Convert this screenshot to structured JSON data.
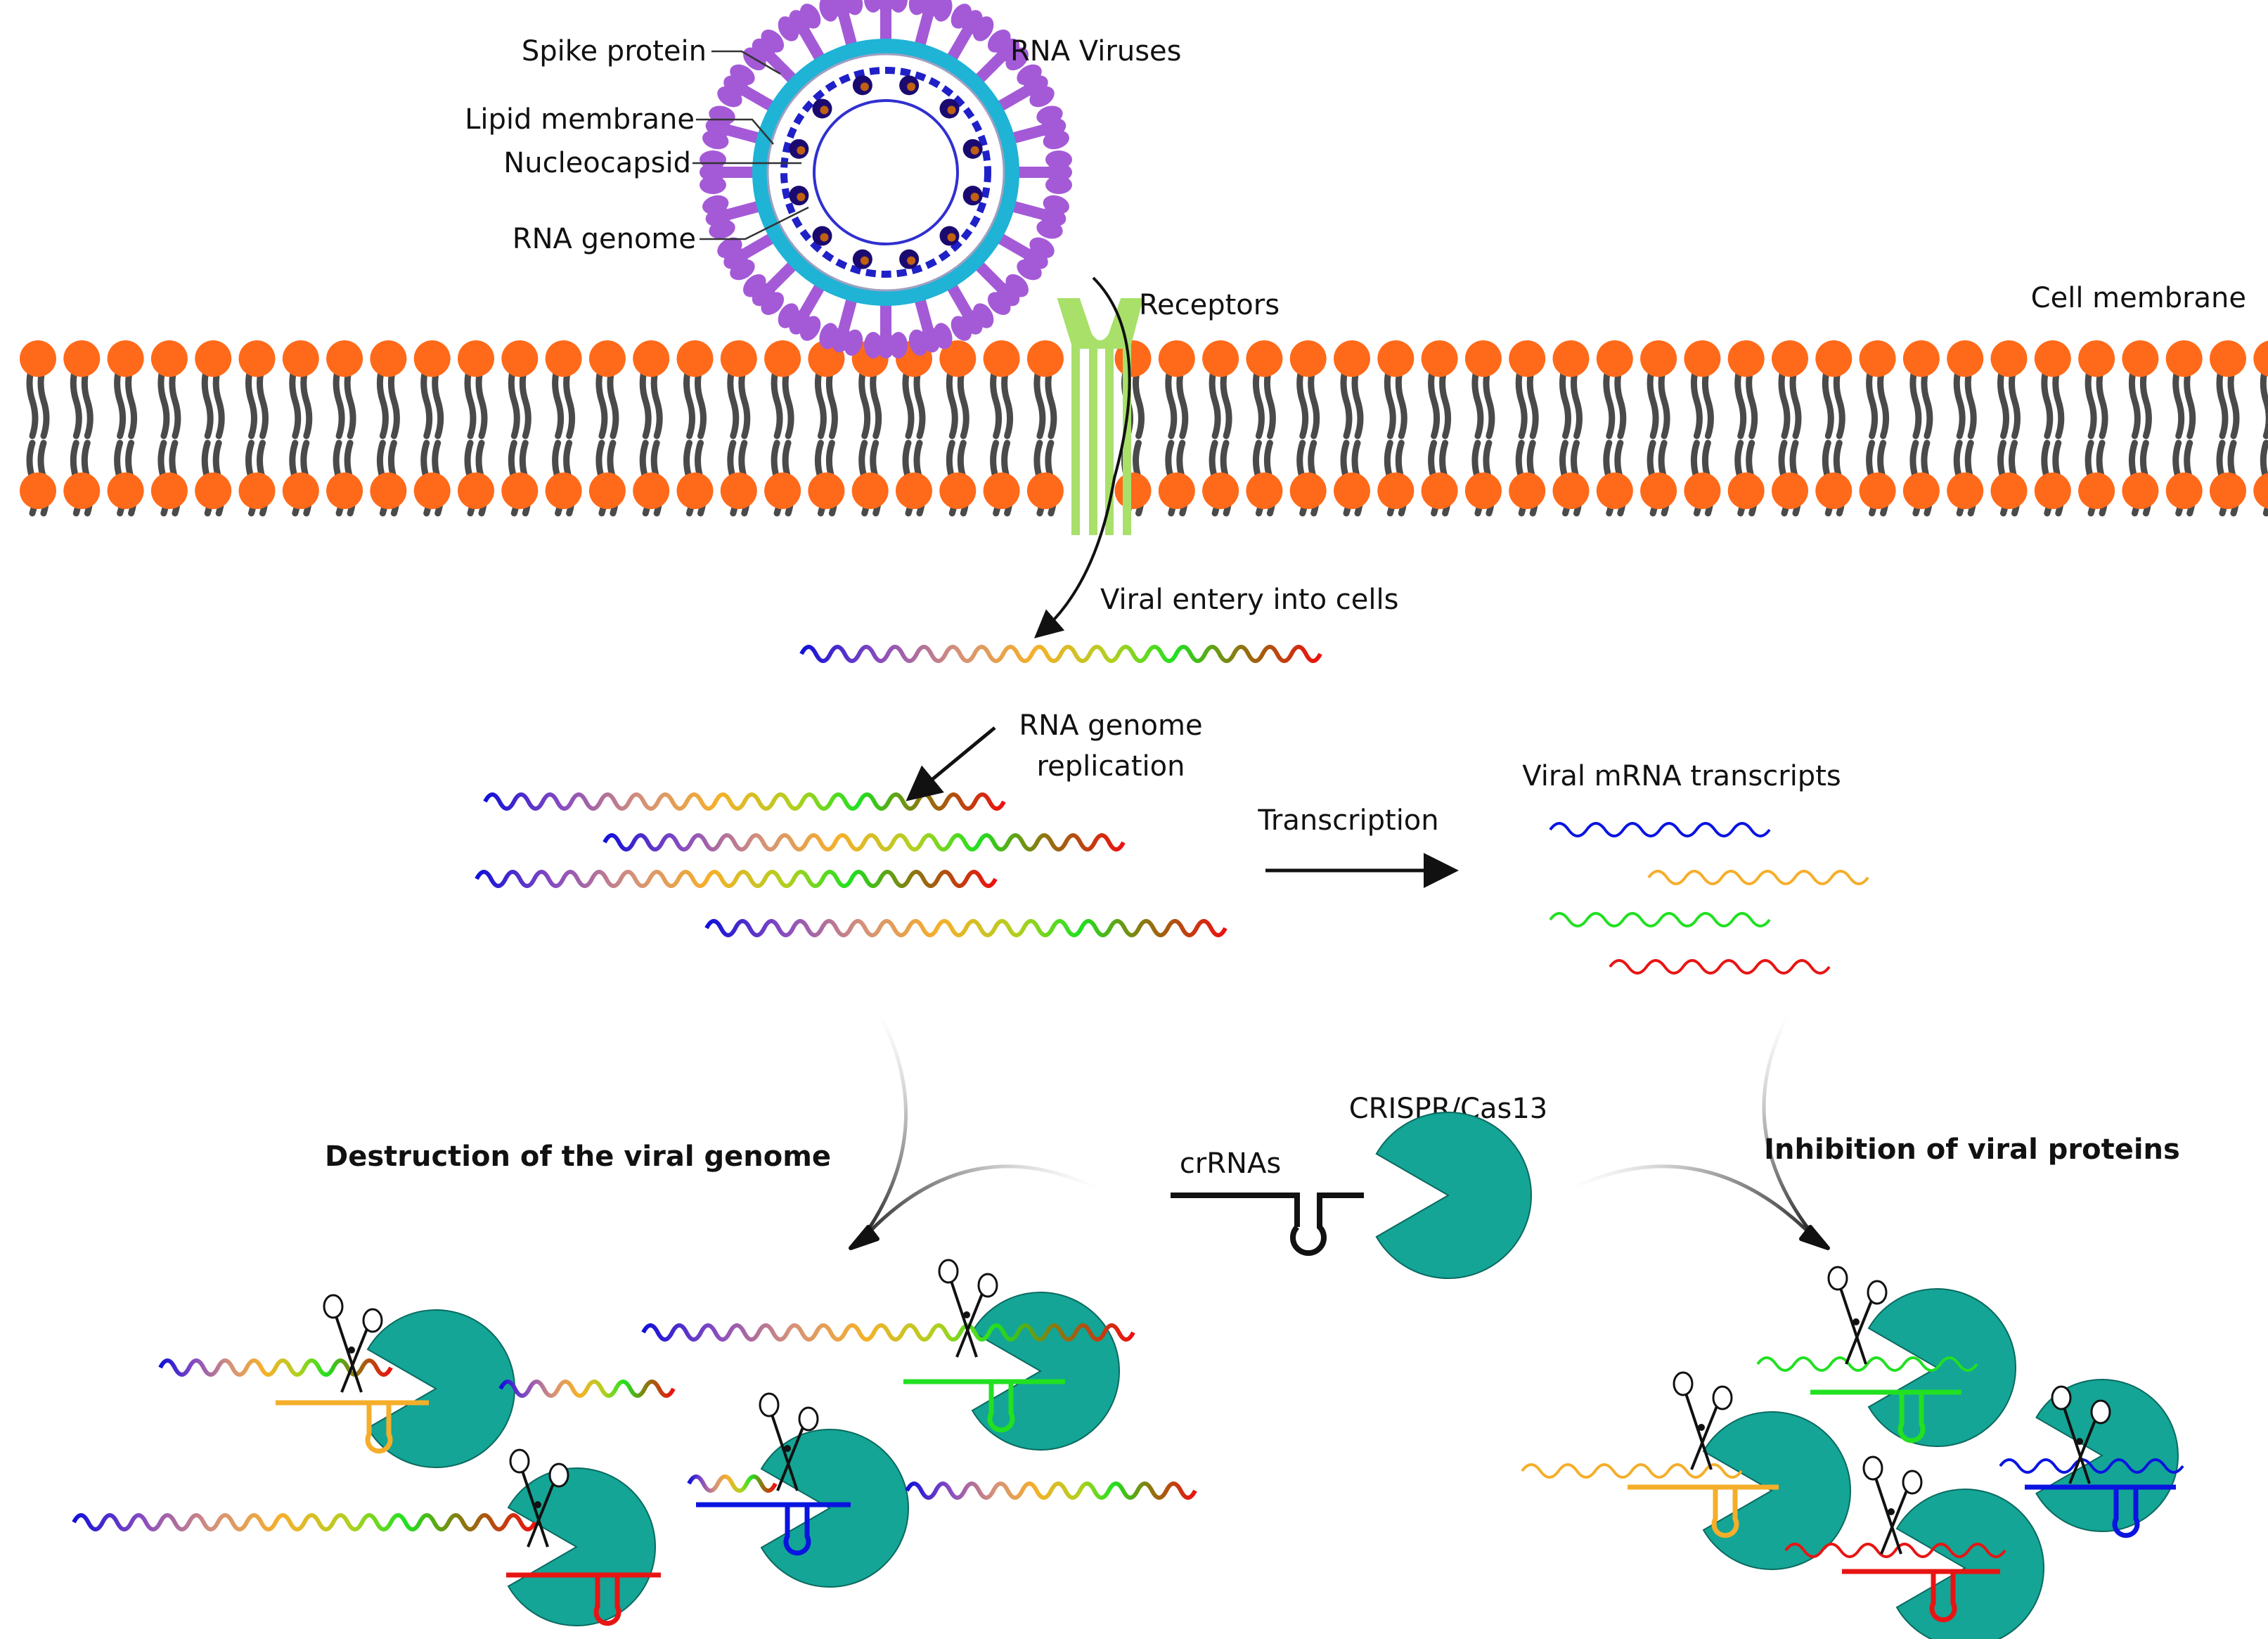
{
  "labels": {
    "spike_protein": "Spike protein",
    "rna_viruses": "RNA Viruses",
    "lipid_membrane": "Lipid membrane",
    "nucleocapsid": "Nucleocapsid",
    "rna_genome": "RNA genome",
    "receptors": "Receptors",
    "cell_membrane": "Cell membrane",
    "viral_entry": "Viral entery into cells",
    "genome_replication_line1": "RNA genome",
    "genome_replication_line2": "replication",
    "transcription": "Transcription",
    "viral_mrna": "Viral mRNA transcripts",
    "crispr_cas13": "CRISPR/Cas13",
    "crrnas": "crRNAs",
    "destruction": "Destruction of the viral genome",
    "inhibition": "Inhibition of viral proteins"
  },
  "colors": {
    "lipid_head": "#ff6a1a",
    "lipid_tail": "#4a4a4a",
    "receptor": "#a8e06a",
    "cas13": "#14a596",
    "spike": "#a45ad6",
    "envelope": "#1fb3d6",
    "nucleocapsid": "#2020c8",
    "rna_blue": "#0a14e0",
    "rna_orange": "#f5ae2a",
    "rna_green": "#22e022",
    "rna_red": "#e81414"
  }
}
